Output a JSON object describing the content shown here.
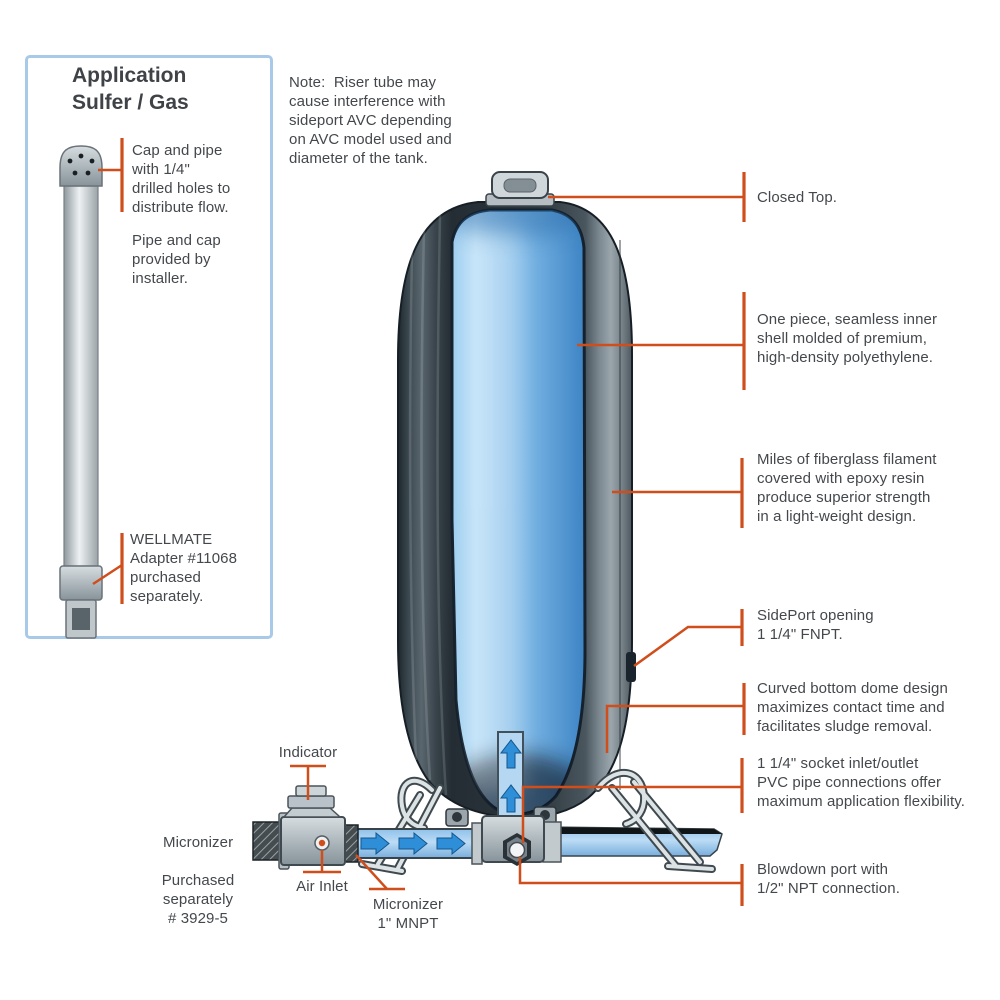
{
  "palette": {
    "callout_orange": "#cf4e1c",
    "liner_blue": "#4a94d4",
    "pipe_blue": "#a6cbe9",
    "arrow_blue": "#2e8fd8",
    "box_border_blue": "#a9c9e9",
    "text_gray": "#44484c"
  },
  "inset_box": {
    "title": "Application\nSulfer / Gas",
    "cap_note": "Cap and pipe\nwith 1/4\"\ndrilled holes to\ndistribute flow.",
    "installer_note": "Pipe and cap\nprovided by\ninstaller.",
    "adapter_note": "WELLMATE\nAdapter #11068\npurchased\nseparately."
  },
  "riser_note": "Note:  Riser tube may\ncause interference with\nsideport AVC depending\non AVC model used and\ndiameter of the tank.",
  "right_callouts": [
    {
      "text": "Closed Top."
    },
    {
      "text": "One piece, seamless inner\nshell molded of premium,\nhigh-density polyethylene."
    },
    {
      "text": "Miles of fiberglass filament\ncovered with epoxy resin\nproduce superior strength\nin a light-weight design."
    },
    {
      "text": "SidePort opening\n1 1/4\" FNPT."
    },
    {
      "text": "Curved bottom dome design\nmaximizes contact time and\nfacilitates sludge removal."
    },
    {
      "text": "1 1/4\" socket inlet/outlet\nPVC pipe connections offer\nmaximum application flexibility."
    },
    {
      "text": "Blowdown port with\n1/2\" NPT connection."
    }
  ],
  "bottom_labels": {
    "indicator": "Indicator",
    "micronizer": "Micronizer",
    "purchased": "Purchased\nseparately\n# 3929-5",
    "air_inlet": "Air Inlet",
    "micronizer_port": "Micronizer\n1\" MNPT"
  }
}
